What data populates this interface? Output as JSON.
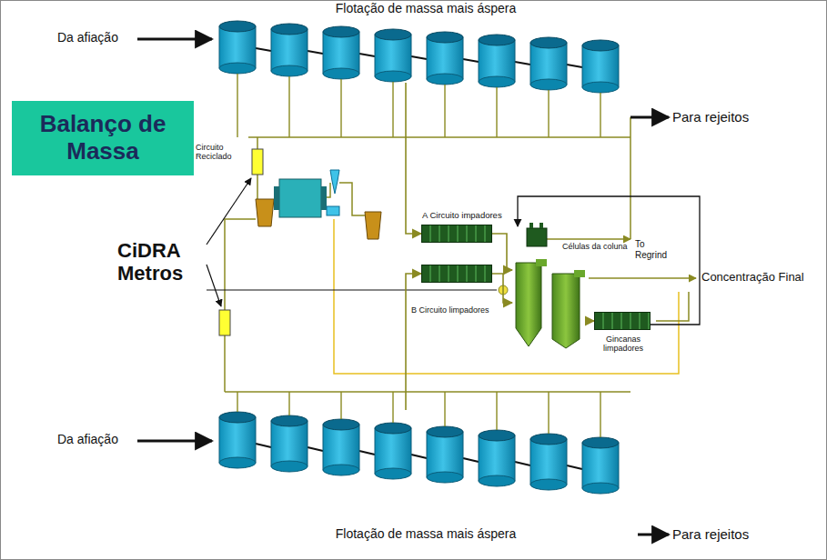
{
  "diagram": {
    "nodes": [
      {
        "text": [
          "Balanço de Massa"
        ]
      },
      {
        "text": [
          "Flotação de massa mais áspera"
        ]
      },
      {
        "text": [
          "Flotação de massa mais áspera"
        ]
      },
      {
        "text": [
          "A Circuito impadores"
        ]
      },
      {
        "text": [
          "B Circuito limpadores"
        ]
      },
      {
        "text": [
          "Células da coluna"
        ]
      },
      {
        "text": [
          "Gincanas limpadores"
        ]
      }
    ],
    "edges": [
      {
        "from": 1,
        "to": 3,
        "arrow": "to"
      },
      {
        "from": 2,
        "to": 4,
        "arrow": "to"
      },
      {
        "from": 3,
        "to": 5,
        "arrow": "to"
      },
      {
        "from": 4,
        "to": 5,
        "arrow": "to"
      },
      {
        "from": 5,
        "to": 6,
        "arrow": "to"
      }
    ],
    "labels": [
      "Da afiação",
      "Para rejeitos",
      "Circuito Reciclado",
      "CiDRA Metros",
      "To Regrind",
      "Concentração Final",
      "Da afiação",
      "Para rejeitos"
    ]
  }
}
